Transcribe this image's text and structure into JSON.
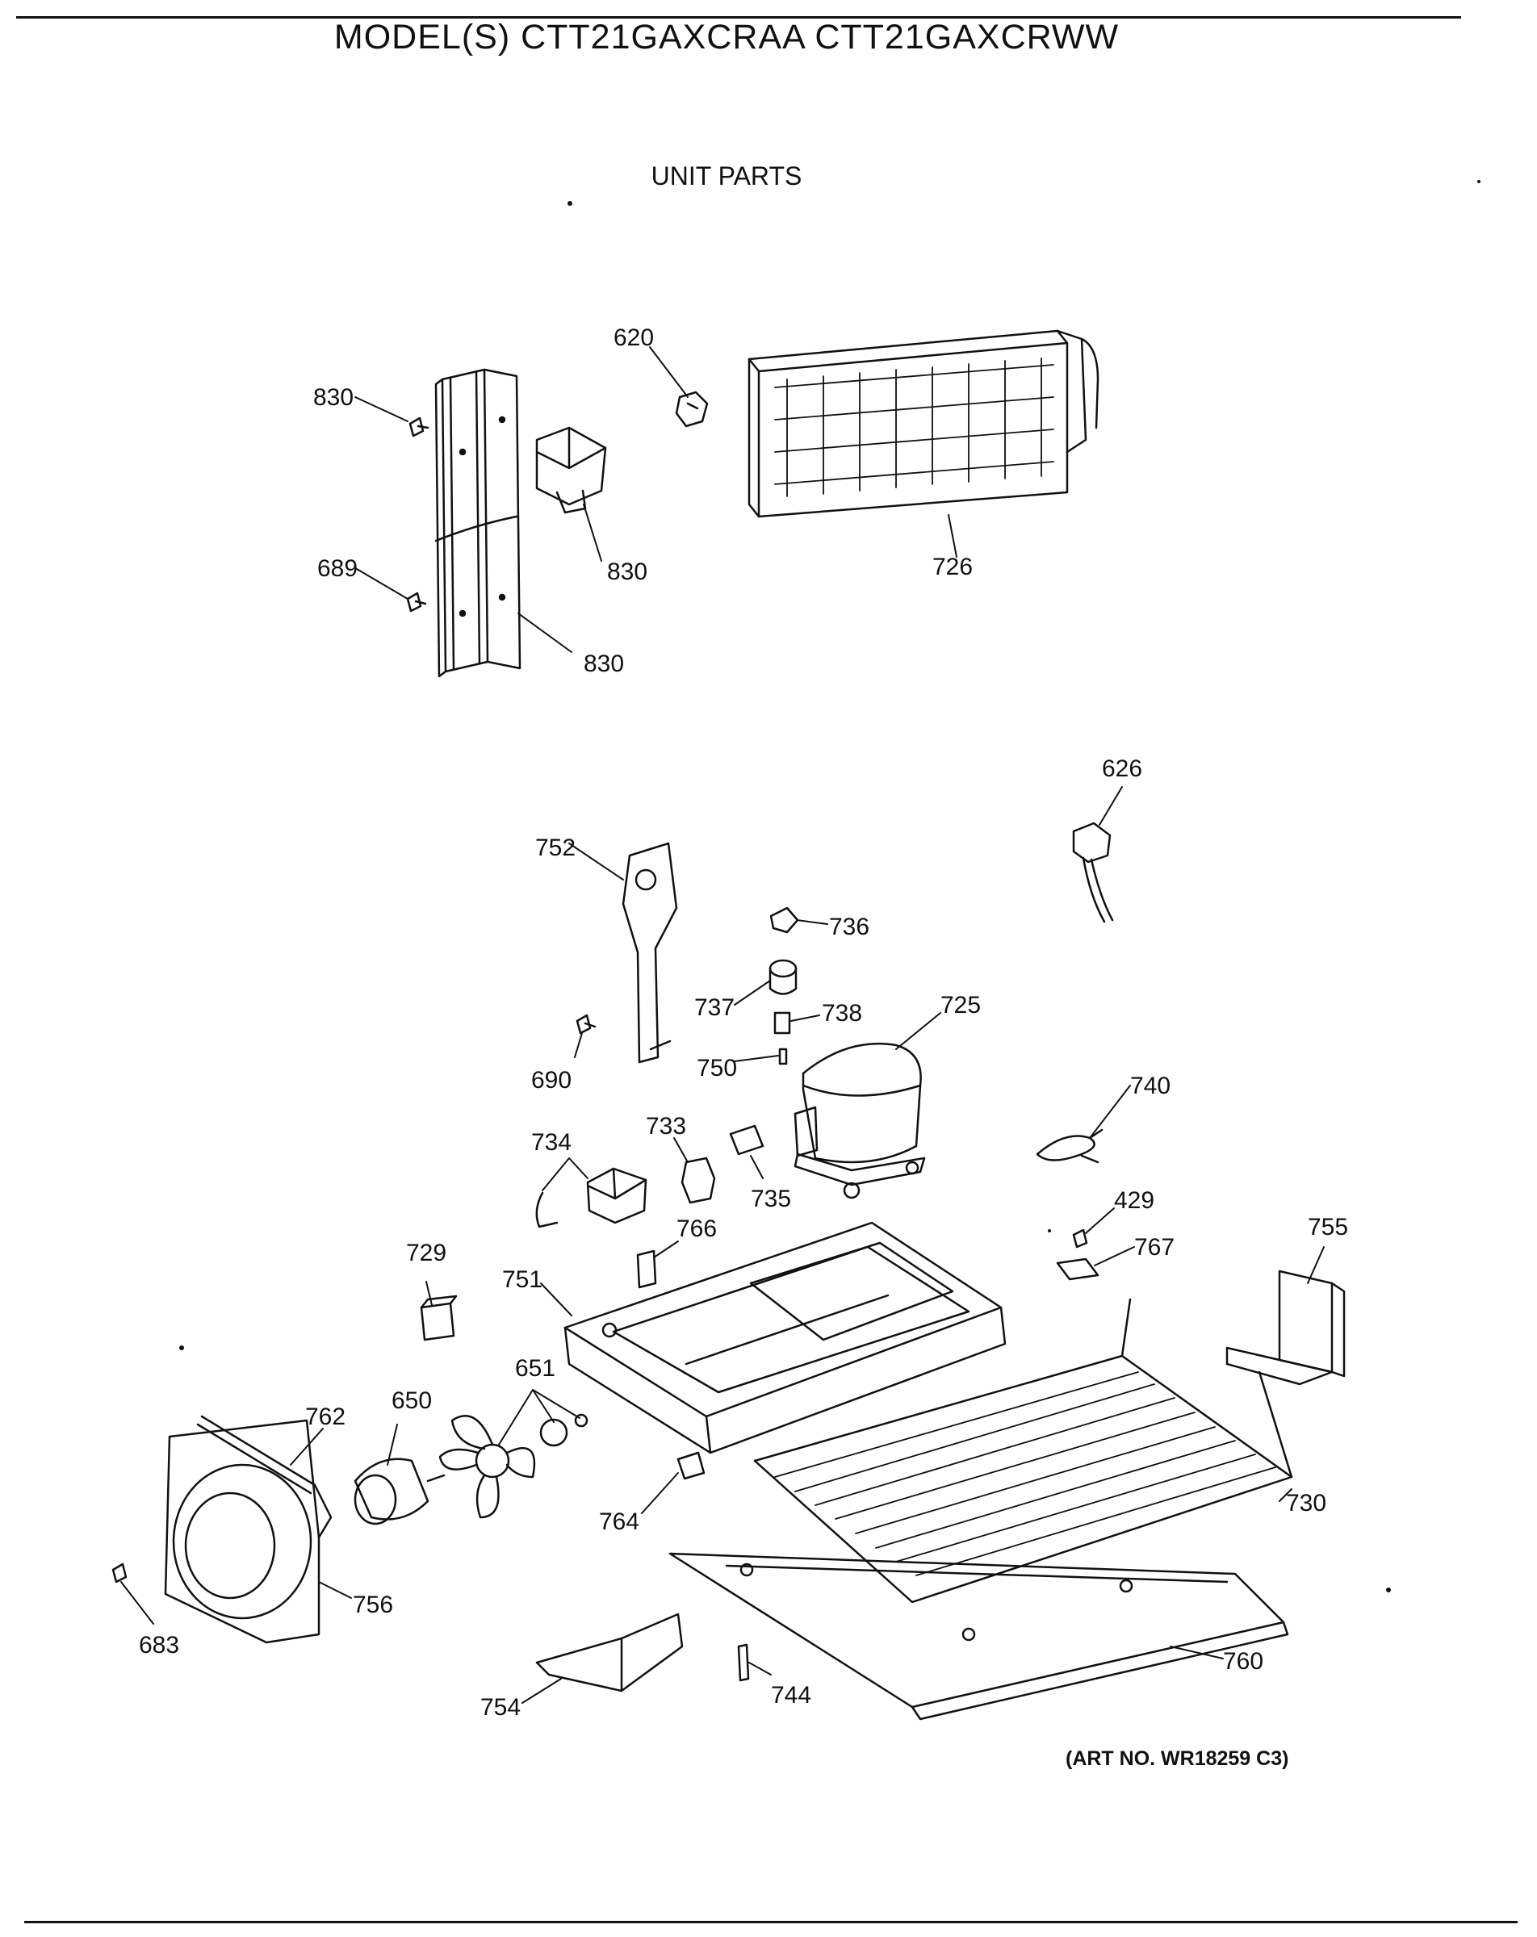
{
  "header": {
    "title": "MODEL(S) CTT21GAXCRAA  CTT21GAXCRWW",
    "subtitle": "UNIT PARTS"
  },
  "footer": {
    "art_no": "(ART NO. WR18259 C3)"
  },
  "callouts": [
    {
      "id": "c620",
      "label": "620"
    },
    {
      "id": "c830a",
      "label": "830"
    },
    {
      "id": "c830b",
      "label": "830"
    },
    {
      "id": "c830c",
      "label": "830"
    },
    {
      "id": "c689",
      "label": "689"
    },
    {
      "id": "c726",
      "label": "726"
    },
    {
      "id": "c626",
      "label": "626"
    },
    {
      "id": "c752",
      "label": "752"
    },
    {
      "id": "c736",
      "label": "736"
    },
    {
      "id": "c737",
      "label": "737"
    },
    {
      "id": "c738",
      "label": "738"
    },
    {
      "id": "c725",
      "label": "725"
    },
    {
      "id": "c690",
      "label": "690"
    },
    {
      "id": "c750",
      "label": "750"
    },
    {
      "id": "c740",
      "label": "740"
    },
    {
      "id": "c734",
      "label": "734"
    },
    {
      "id": "c733",
      "label": "733"
    },
    {
      "id": "c735",
      "label": "735"
    },
    {
      "id": "c429",
      "label": "429"
    },
    {
      "id": "c766",
      "label": "766"
    },
    {
      "id": "c767",
      "label": "767"
    },
    {
      "id": "c755",
      "label": "755"
    },
    {
      "id": "c729",
      "label": "729"
    },
    {
      "id": "c751",
      "label": "751"
    },
    {
      "id": "c651",
      "label": "651"
    },
    {
      "id": "c762",
      "label": "762"
    },
    {
      "id": "c650",
      "label": "650"
    },
    {
      "id": "c730",
      "label": "730"
    },
    {
      "id": "c764",
      "label": "764"
    },
    {
      "id": "c756",
      "label": "756"
    },
    {
      "id": "c683",
      "label": "683"
    },
    {
      "id": "c760",
      "label": "760"
    },
    {
      "id": "c754",
      "label": "754"
    },
    {
      "id": "c744",
      "label": "744"
    }
  ]
}
